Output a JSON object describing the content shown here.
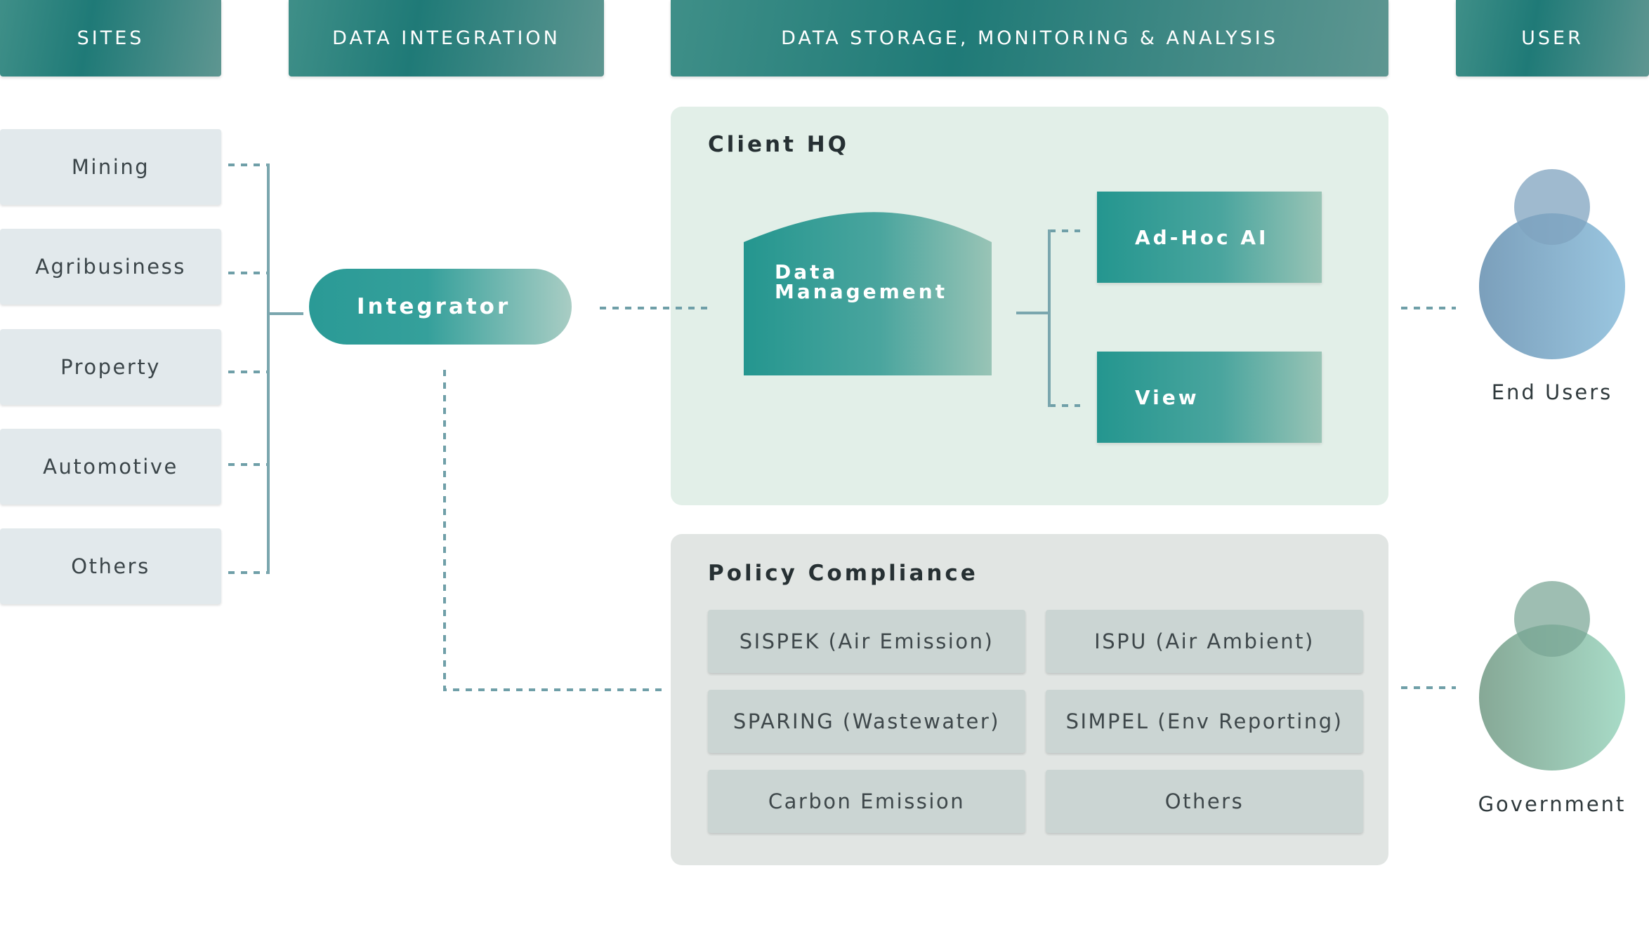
{
  "headers": {
    "sites": "SITES",
    "integration": "DATA INTEGRATION",
    "storage": "DATA STORAGE, MONITORING & ANALYSIS",
    "user": "USER"
  },
  "sites": [
    "Mining",
    "Agribusiness",
    "Property",
    "Automotive",
    "Others"
  ],
  "integrator": "Integrator",
  "client_hq": {
    "title": "Client HQ",
    "data_management_line1": "Data",
    "data_management_line2": "Management",
    "adhoc_ai": "Ad-Hoc AI",
    "view": "View"
  },
  "policy": {
    "title": "Policy Compliance",
    "items": [
      "SISPEK (Air Emission)",
      "ISPU (Air Ambient)",
      "SPARING (Wastewater)",
      "SIMPEL (Env Reporting)",
      "Carbon Emission",
      "Others"
    ]
  },
  "users": {
    "end_users": "End Users",
    "government": "Government"
  },
  "colors": {
    "teal": "#2a9a96",
    "connector": "#6f9fa8",
    "client_hq_bg": "#e2efe8",
    "policy_bg": "#e1e5e3"
  }
}
